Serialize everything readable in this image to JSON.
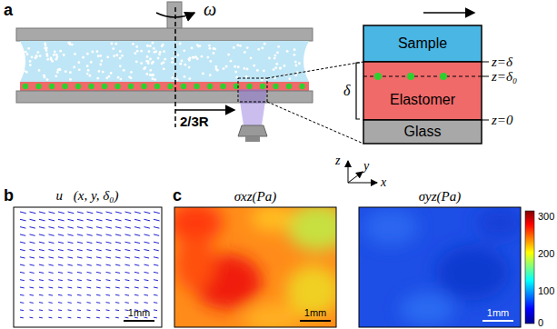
{
  "diagram": {
    "nodes": [
      {
        "text": [
          "Sample"
        ]
      },
      {
        "text": [
          "Elastomer"
        ]
      },
      {
        "text": [
          "Glass"
        ]
      }
    ],
    "labels": [
      "a",
      "ω",
      "2/3R",
      "z=δ",
      "z=δ₀",
      "z=0",
      "δ",
      "z",
      "y",
      "x",
      "b",
      "u⃗(x, y, δ₀)",
      "c",
      "σxz(Pa)",
      "σyz(Pa)",
      "300",
      "200",
      "100",
      "0",
      "1mm",
      "1mm",
      "1mm"
    ]
  }
}
